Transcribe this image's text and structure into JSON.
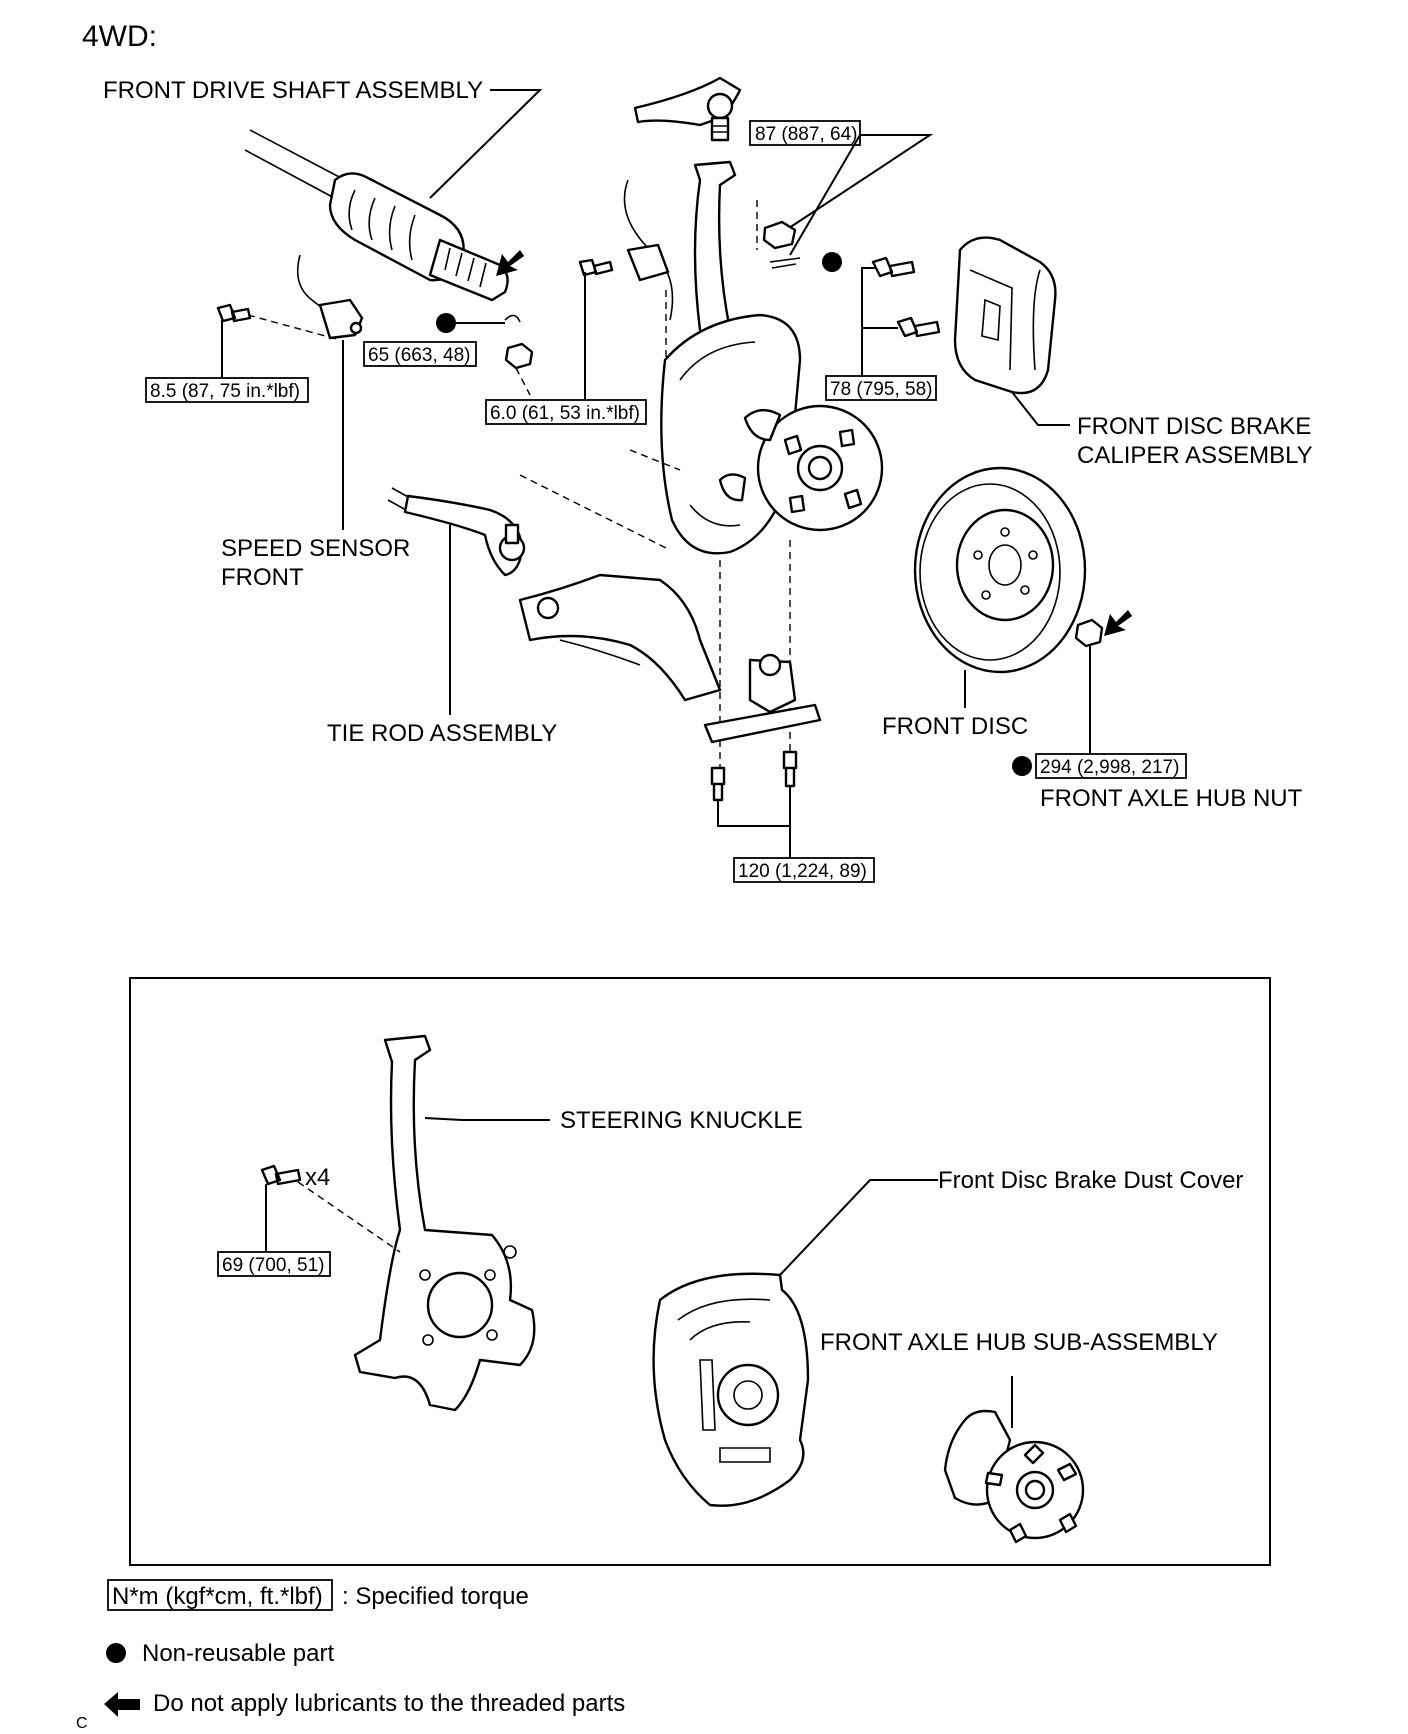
{
  "heading": "4WD:",
  "labels": {
    "front_drive_shaft": "FRONT DRIVE SHAFT ASSEMBLY",
    "caliper_line1": "FRONT DISC BRAKE",
    "caliper_line2": "CALIPER ASSEMBLY",
    "speed_sensor_line1": "SPEED SENSOR",
    "speed_sensor_line2": "FRONT",
    "tie_rod": "TIE ROD ASSEMBLY",
    "front_disc": "FRONT DISC",
    "hub_nut": "FRONT AXLE HUB NUT",
    "steering_knuckle": "STEERING KNUCKLE",
    "dust_cover": "Front Disc Brake Dust Cover",
    "hub_sub_assembly": "FRONT AXLE HUB SUB-ASSEMBLY",
    "qty_x4": "x4"
  },
  "torques": {
    "upper_ball_joint": "87 (887, 64)",
    "speed_sensor_bolt": "8.5 (87, 75 in.*lbf)",
    "tie_rod_nut": "65 (663, 48)",
    "sensor_clamp_bolt": "6.0 (61, 53 in.*lbf)",
    "caliper_bolts": "78 (795, 58)",
    "hub_nut": "294 (2,998, 217)",
    "lower_ball_joint": "120 (1,224, 89)",
    "dust_cover_bolts": "69 (700, 51)"
  },
  "legend": {
    "torque_box": "N*m (kgf*cm, ft.*lbf)",
    "torque_text": ": Specified torque",
    "non_reusable": "Non-reusable part",
    "no_lubricant": "Do not apply lubricants to the threaded parts",
    "corner_mark": "C"
  }
}
